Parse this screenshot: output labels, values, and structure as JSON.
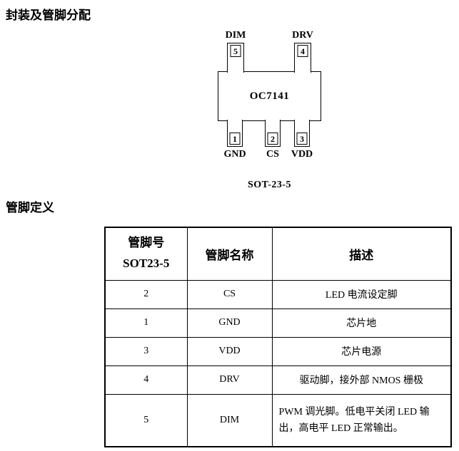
{
  "page": {
    "section1_title": "封装及管脚分配",
    "section2_title": "管脚定义"
  },
  "diagram": {
    "chip_label": "OC7141",
    "package_label": "SOT-23-5",
    "top_pins": [
      {
        "number": "5",
        "label": "DIM"
      },
      {
        "number": "4",
        "label": "DRV"
      }
    ],
    "bottom_pins": [
      {
        "number": "1",
        "label": "GND"
      },
      {
        "number": "2",
        "label": "CS"
      },
      {
        "number": "3",
        "label": "VDD"
      }
    ]
  },
  "pin_table": {
    "header": {
      "col1_line1": "管脚号",
      "col1_line2": "SOT23-5",
      "col2": "管脚名称",
      "col3": "描述"
    },
    "rows": [
      {
        "number": "2",
        "name": "CS",
        "description": "LED 电流设定脚"
      },
      {
        "number": "1",
        "name": "GND",
        "description": "芯片地"
      },
      {
        "number": "3",
        "name": "VDD",
        "description": "芯片电源"
      },
      {
        "number": "4",
        "name": "DRV",
        "description": "驱动脚，接外部 NMOS 栅极"
      },
      {
        "number": "5",
        "name": "DIM",
        "description": "PWM 调光脚。低电平关闭 LED 输出，高电平 LED 正常输出。"
      }
    ]
  }
}
